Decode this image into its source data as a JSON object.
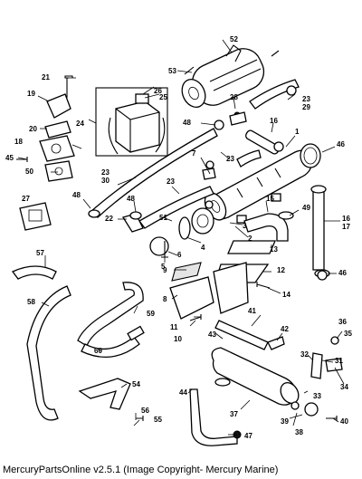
{
  "footer": {
    "caption": "MercuryPartsOnline v2.5.1 (Image Copyright- Mercury Marine)"
  },
  "labels": {
    "l1": "1",
    "l2": "2",
    "l3": "3",
    "l4": "4",
    "l5": "5",
    "l6": "6",
    "l7": "7",
    "l8": "8",
    "l9": "9",
    "l10": "10",
    "l11": "11",
    "l12": "12",
    "l13": "13",
    "l14": "14",
    "l15": "15",
    "l16a": "16",
    "l16b": "16",
    "l17": "17",
    "l18": "18",
    "l19": "19",
    "l20": "20",
    "l21": "21",
    "l22": "22",
    "l23a": "23",
    "l23b": "23",
    "l23c": "23",
    "l23d": "23",
    "l24": "24",
    "l25": "25",
    "l26": "26",
    "l27": "27",
    "l28": "28",
    "l29": "29",
    "l30": "30",
    "l31": "31",
    "l32": "32",
    "l33": "33",
    "l34": "34",
    "l35": "35",
    "l36": "36",
    "l37": "37",
    "l38": "38",
    "l39": "39",
    "l40": "40",
    "l41": "41",
    "l42": "42",
    "l43": "43",
    "l44": "44",
    "l45": "45",
    "l46a": "46",
    "l46b": "46",
    "l47": "47",
    "l48a": "48",
    "l48b": "48",
    "l48c": "48",
    "l49": "49",
    "l50": "50",
    "l51": "51",
    "l52": "52",
    "l53": "53",
    "l54": "54",
    "l55": "55",
    "l56": "56",
    "l57": "57",
    "l58": "58",
    "l59": "59",
    "l60": "60"
  }
}
